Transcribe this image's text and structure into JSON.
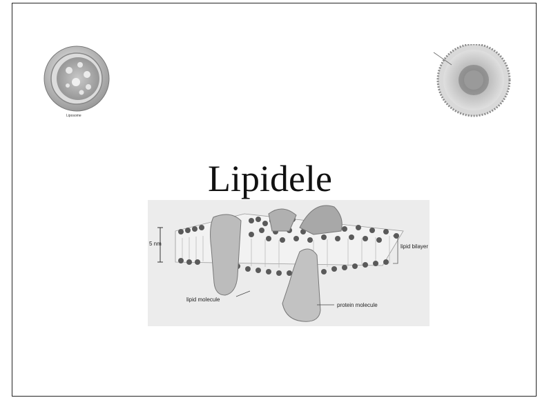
{
  "slide": {
    "title": "Lipidele"
  },
  "liposome": {
    "caption": "Liposome"
  },
  "membrane": {
    "scale_label": "5 nm",
    "lipid_bilayer_label": "lipid bilayer",
    "lipid_molecule_label": "lipid molecule",
    "protein_molecule_label": "protein molecule"
  }
}
